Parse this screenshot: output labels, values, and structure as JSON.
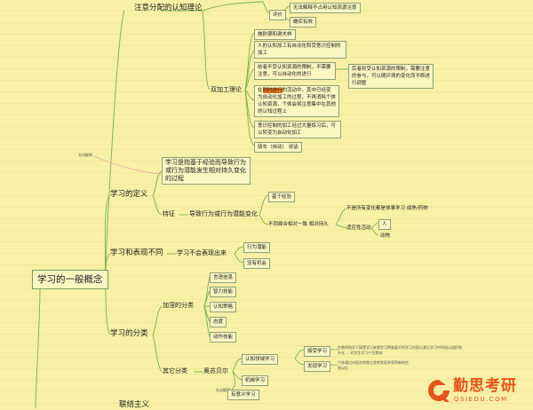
{
  "mindmap": {
    "root": "学习的一般概念",
    "attention_theory": "注意分配的认知理论",
    "evaluation": {
      "label": "评价",
      "item1": "无法解释不占用认知资源注意",
      "item2": "确实有效"
    },
    "dual_processing": {
      "label": "双加工理论",
      "items": [
        "施耐德和谢夫林",
        "人的认知加工有自动化和受意识控制的加工",
        "前者不受认知资源的限制，不需要注意，可以自动化的进行",
        "在同时进行的活动中，其中已经变为自动化加工的过程，不再消耗个体认知资源，个体会将注意集中在其他的认知过程上",
        "意识控制的加工经过大量练习后，可以转变为自动化加工",
        "骑车（自动） 说话"
      ],
      "side_note": "后者则受认知资源的限制，需要注意的参与，可以随环境的变化而不断进行调整",
      "highlight": "同时进行"
    },
    "definition": {
      "label": "学习的定义",
      "text": "学习是指基于经验而导致行为或行为潜能发生相对持久变化的过程",
      "note": "名词解释"
    },
    "features": {
      "label": "特征",
      "main": "导致行为或行为潜能变化",
      "based_on_experience": "基于经验",
      "different": "不同络合相对一致 相对持久",
      "sub1": "不是所有变化都是体事学习 成熟/药物",
      "sub2": "适应性活动",
      "sub2_a": "人",
      "sub2_b": "动物"
    },
    "learning_vs_performance": {
      "label": "学习和表现不同",
      "main": "学习不会表现出来",
      "a": "行为潜能",
      "b": "没有机会"
    },
    "classification": {
      "label": "学习的分类",
      "gagne": {
        "label": "加涅的分类",
        "items": [
          "言语信息",
          "智力技能",
          "认知策略",
          "态度",
          "动作技能"
        ]
      },
      "other": {
        "label": "其它分类",
        "ausubel": "奥苏贝尔",
        "cognitive": "认知领域学习",
        "receptive": "接受学习",
        "discovery": "发现学习",
        "receptive_note": "在教师指导下接受学习者就学习将被展开的学习内容以其后学习中所加以组织和外化 ... 对学生学习产生影响",
        "discovery_note": "个体通过对现实的独立思考发现并获得新的信息以后",
        "mechanical": "机械学习",
        "meaningful": "有意义学习",
        "note": "名词解释"
      }
    },
    "bottom_cut": "联结主义"
  },
  "logo": {
    "title": "勤思考研",
    "subtitle": "QSIEDU.COM",
    "brand_color": "#e4541c"
  }
}
